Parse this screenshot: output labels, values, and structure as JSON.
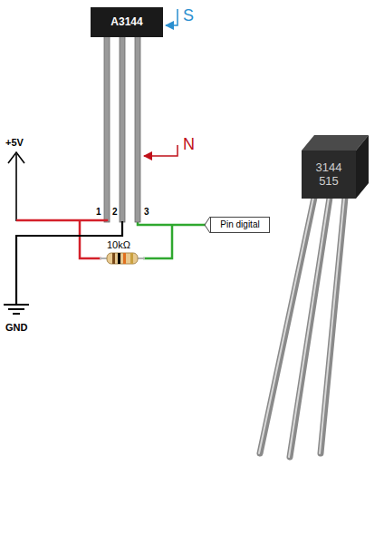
{
  "diagram": {
    "nodes": [
      {
        "text": [
          "A3144"
        ]
      },
      {
        "text": [
          "Pin digital"
        ]
      },
      {
        "text": [
          "3144 515"
        ]
      }
    ],
    "edges": [
      {
        "from": 0,
        "to": 1,
        "arrow": "none"
      }
    ],
    "labels": [
      "S",
      "N",
      "+5V",
      "1",
      "2",
      "3",
      "10kΩ",
      "GND"
    ]
  }
}
